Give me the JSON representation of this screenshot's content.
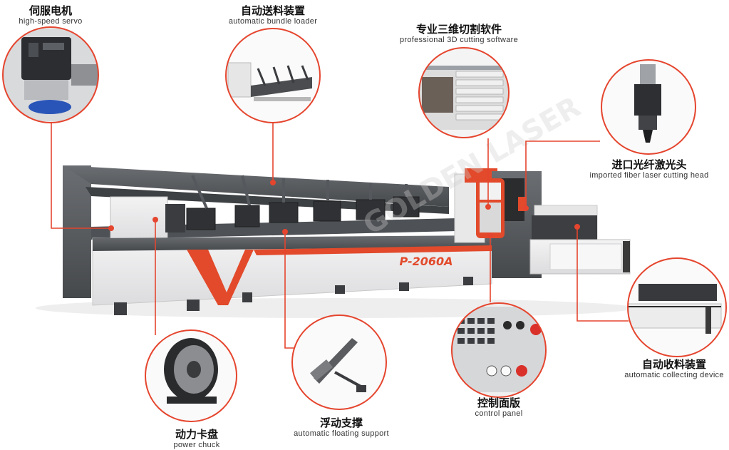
{
  "colors": {
    "accent": "#e24a2b",
    "machine_dark": "#5a5d61",
    "machine_light": "#e9e9ea",
    "leader": "#e5452e"
  },
  "machine": {
    "model": "P-2060A",
    "watermark": "GOLDEN LASER"
  },
  "callouts": [
    {
      "id": "servo",
      "zh": "伺服电机",
      "en": "high-speed servo",
      "icon": "servo-motor-icon"
    },
    {
      "id": "loader",
      "zh": "自动送料装置",
      "en": "automatic bundle loader",
      "icon": "bundle-loader-icon"
    },
    {
      "id": "software",
      "zh": "专业三维切割软件",
      "en": "professional 3D cutting software",
      "icon": "software-screen-icon"
    },
    {
      "id": "head",
      "zh": "进口光纤激光头",
      "en": "imported fiber laser cutting head",
      "icon": "laser-head-icon"
    },
    {
      "id": "collect",
      "zh": "自动收料装置",
      "en": "automatic collecting device",
      "icon": "collecting-device-icon"
    },
    {
      "id": "panel",
      "zh": "控制面版",
      "en": "control panel",
      "icon": "control-panel-icon"
    },
    {
      "id": "support",
      "zh": "浮动支撑",
      "en": "automatic floating support",
      "icon": "floating-support-icon"
    },
    {
      "id": "chuck",
      "zh": "动力卡盘",
      "en": "power chuck",
      "icon": "power-chuck-icon"
    }
  ]
}
